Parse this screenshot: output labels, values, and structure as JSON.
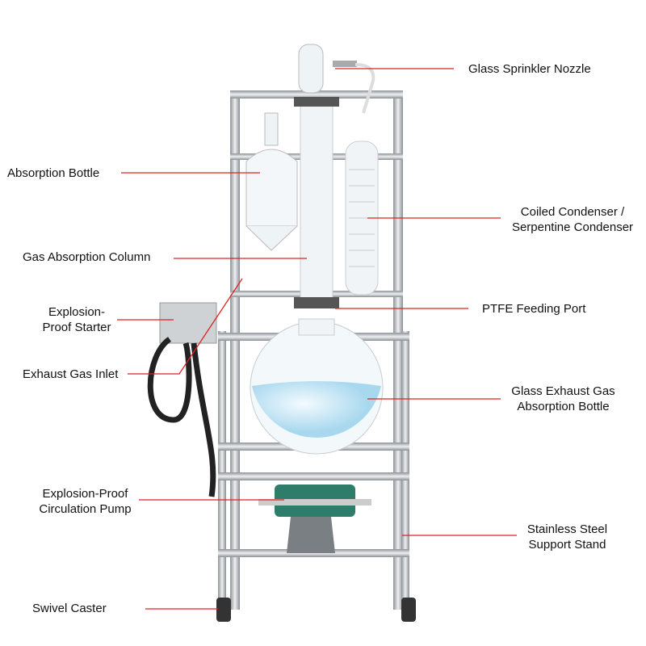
{
  "labels": {
    "sprinkler": "Glass Sprinkler Nozzle",
    "absorption_bottle": "Absorption Bottle",
    "condenser_1": "Coiled Condenser /",
    "condenser_2": "Serpentine Condenser",
    "column": "Gas Absorption Column",
    "starter_1": "Explosion-",
    "starter_2": "Proof Starter",
    "ptfe": "PTFE Feeding Port",
    "inlet": "Exhaust Gas Inlet",
    "exhaust_1": "Glass Exhaust Gas",
    "exhaust_2": "Absorption Bottle",
    "pump_1": "Explosion-Proof",
    "pump_2": "Circulation Pump",
    "stand_1": "Stainless Steel",
    "stand_2": "Support Stand",
    "caster": "Swivel Caster"
  },
  "colors": {
    "leader": "#e02020",
    "steel": "#b8bcc0",
    "liquid": "#bfe6f5"
  }
}
